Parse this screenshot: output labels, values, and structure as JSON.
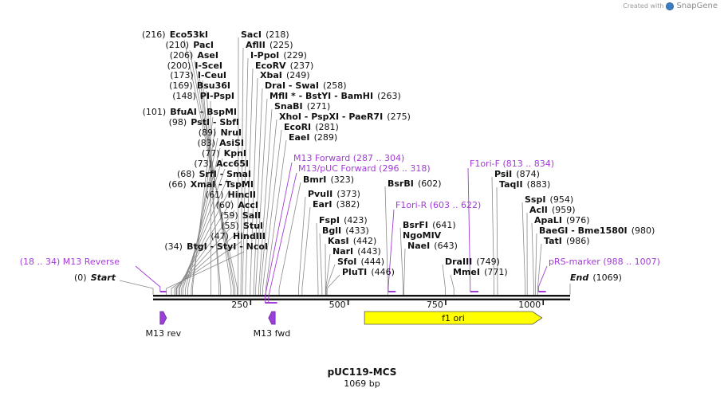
{
  "credit": {
    "prefix": "Created with",
    "brand": "SnapGene"
  },
  "plasmid": {
    "name": "pUC119-MCS",
    "length_label": "1069 bp",
    "length": 1069
  },
  "ends": [
    {
      "pos_label": "(0)",
      "name": "Start",
      "pos": 0
    },
    {
      "pos_label": "(1069)",
      "name": "End",
      "pos": 1069
    }
  ],
  "left_sites": [
    {
      "pos": 216,
      "pos_label": "(216)",
      "parts": [
        "Eco53kI"
      ]
    },
    {
      "pos": 210,
      "pos_label": "(210)",
      "parts": [
        "PacI"
      ]
    },
    {
      "pos": 206,
      "pos_label": "(206)",
      "parts": [
        "AseI"
      ]
    },
    {
      "pos": 200,
      "pos_label": "(200)",
      "parts": [
        "I-SceI"
      ]
    },
    {
      "pos": 173,
      "pos_label": "(173)",
      "parts": [
        "I-CeuI"
      ]
    },
    {
      "pos": 169,
      "pos_label": "(169)",
      "parts": [
        "Bsu36I"
      ]
    },
    {
      "pos": 148,
      "pos_label": "(148)",
      "parts": [
        "PI-PspI"
      ]
    },
    {
      "pos": 101,
      "pos_label": "(101)",
      "parts": [
        "BfuAI",
        "BspMI"
      ]
    },
    {
      "pos": 98,
      "pos_label": "(98)",
      "parts": [
        "PstI",
        "SbfI"
      ]
    },
    {
      "pos": 89,
      "pos_label": "(89)",
      "parts": [
        "NruI"
      ]
    },
    {
      "pos": 83,
      "pos_label": "(83)",
      "parts": [
        "AsiSI"
      ]
    },
    {
      "pos": 77,
      "pos_label": "(77)",
      "parts": [
        "KpnI"
      ]
    },
    {
      "pos": 73,
      "pos_label": "(73)",
      "parts": [
        "Acc65I"
      ]
    },
    {
      "pos": 68,
      "pos_label": "(68)",
      "parts": [
        "SrfI",
        "SmaI"
      ]
    },
    {
      "pos": 66,
      "pos_label": "(66)",
      "parts": [
        "XmaI",
        "TspMI"
      ]
    },
    {
      "pos": 61,
      "pos_label": "(61)",
      "parts": [
        "HincII"
      ]
    },
    {
      "pos": 60,
      "pos_label": "(60)",
      "parts": [
        "AccI"
      ]
    },
    {
      "pos": 59,
      "pos_label": "(59)",
      "parts": [
        "SalI"
      ]
    },
    {
      "pos": 55,
      "pos_label": "(55)",
      "parts": [
        "StuI"
      ]
    },
    {
      "pos": 47,
      "pos_label": "(47)",
      "parts": [
        "HindIII"
      ]
    },
    {
      "pos": 34,
      "pos_label": "(34)",
      "parts": [
        "BtgI",
        "StyI",
        "NcoI"
      ]
    }
  ],
  "mid_sites": [
    {
      "pos": 218,
      "pos_label": "(218)",
      "parts": [
        "SacI"
      ]
    },
    {
      "pos": 225,
      "pos_label": "(225)",
      "parts": [
        "AflII"
      ]
    },
    {
      "pos": 229,
      "pos_label": "(229)",
      "parts": [
        "I-PpoI"
      ]
    },
    {
      "pos": 237,
      "pos_label": "(237)",
      "parts": [
        "EcoRV"
      ]
    },
    {
      "pos": 249,
      "pos_label": "(249)",
      "parts": [
        "XbaI"
      ]
    },
    {
      "pos": 258,
      "pos_label": "(258)",
      "parts": [
        "DraI",
        "SwaI"
      ]
    },
    {
      "pos": 263,
      "pos_label": "(263)",
      "parts": [
        "MflI *",
        "BstYI",
        "BamHI"
      ]
    },
    {
      "pos": 271,
      "pos_label": "(271)",
      "parts": [
        "SnaBI"
      ]
    },
    {
      "pos": 275,
      "pos_label": "(275)",
      "parts": [
        "XhoI",
        "PspXI",
        "PaeR7I"
      ]
    },
    {
      "pos": 281,
      "pos_label": "(281)",
      "parts": [
        "EcoRI"
      ]
    },
    {
      "pos": 289,
      "pos_label": "(289)",
      "parts": [
        "EaeI"
      ]
    },
    {
      "pos": 323,
      "pos_label": "(323)",
      "parts": [
        "BmrI"
      ]
    },
    {
      "pos": 373,
      "pos_label": "(373)",
      "parts": [
        "PvuII"
      ]
    },
    {
      "pos": 382,
      "pos_label": "(382)",
      "parts": [
        "EarI"
      ]
    },
    {
      "pos": 423,
      "pos_label": "(423)",
      "parts": [
        "FspI"
      ]
    },
    {
      "pos": 433,
      "pos_label": "(433)",
      "parts": [
        "BglI"
      ]
    },
    {
      "pos": 442,
      "pos_label": "(442)",
      "parts": [
        "KasI"
      ]
    },
    {
      "pos": 443,
      "pos_label": "(443)",
      "parts": [
        "NarI"
      ]
    },
    {
      "pos": 444,
      "pos_label": "(444)",
      "parts": [
        "SfoI"
      ]
    },
    {
      "pos": 446,
      "pos_label": "(446)",
      "parts": [
        "PluTI"
      ]
    },
    {
      "pos": 602,
      "pos_label": "(602)",
      "parts": [
        "BsrBI"
      ]
    },
    {
      "pos": 641,
      "pos_label": "(641)",
      "parts": [
        "BsrFI"
      ]
    },
    {
      "pos": 643,
      "pos_label": "",
      "parts": [
        "NgoMIV"
      ]
    },
    {
      "pos": 643,
      "pos_label": "(643)",
      "parts": [
        "NaeI"
      ]
    },
    {
      "pos": 749,
      "pos_label": "(749)",
      "parts": [
        "DraIII"
      ]
    },
    {
      "pos": 771,
      "pos_label": "(771)",
      "parts": [
        "MmeI"
      ]
    },
    {
      "pos": 874,
      "pos_label": "(874)",
      "parts": [
        "PsiI"
      ]
    },
    {
      "pos": 883,
      "pos_label": "(883)",
      "parts": [
        "TaqII"
      ]
    },
    {
      "pos": 954,
      "pos_label": "(954)",
      "parts": [
        "SspI"
      ]
    },
    {
      "pos": 959,
      "pos_label": "(959)",
      "parts": [
        "AclI"
      ]
    },
    {
      "pos": 976,
      "pos_label": "(976)",
      "parts": [
        "ApaLI"
      ]
    },
    {
      "pos": 980,
      "pos_label": "(980)",
      "parts": [
        "BaeGI",
        "Bme1580I"
      ]
    },
    {
      "pos": 986,
      "pos_label": "(986)",
      "parts": [
        "TatI"
      ]
    }
  ],
  "primers": [
    {
      "name": "M13 Reverse",
      "range_label": "(18 .. 34)",
      "start": 18,
      "end": 34,
      "side": "left"
    },
    {
      "name": "M13 Forward",
      "range_label": "(287 .. 304)",
      "start": 287,
      "end": 304,
      "side": "right"
    },
    {
      "name": "M13/pUC Forward",
      "range_label": "(296 .. 318)",
      "start": 296,
      "end": 318,
      "side": "right"
    },
    {
      "name": "F1ori-R",
      "range_label": "(603 .. 622)",
      "start": 603,
      "end": 622,
      "side": "right"
    },
    {
      "name": "F1ori-F",
      "range_label": "(813 .. 834)",
      "start": 813,
      "end": 834,
      "side": "right"
    },
    {
      "name": "pRS-marker",
      "range_label": "(988 .. 1007)",
      "start": 988,
      "end": 1007,
      "side": "right"
    }
  ],
  "ticks": [
    {
      "pos": 250,
      "label": "250"
    },
    {
      "pos": 500,
      "label": "500"
    },
    {
      "pos": 750,
      "label": "750"
    },
    {
      "pos": 1000,
      "label": "1000"
    }
  ],
  "features": [
    {
      "name": "M13 rev",
      "start": 18,
      "end": 34,
      "direction": "forward",
      "color": "#9a3fd9"
    },
    {
      "name": "M13 fwd",
      "start": 296,
      "end": 313,
      "direction": "reverse",
      "color": "#9a3fd9"
    },
    {
      "name": "f1 ori",
      "start": 542,
      "end": 997,
      "direction": "forward",
      "color": "#ffff00"
    }
  ]
}
